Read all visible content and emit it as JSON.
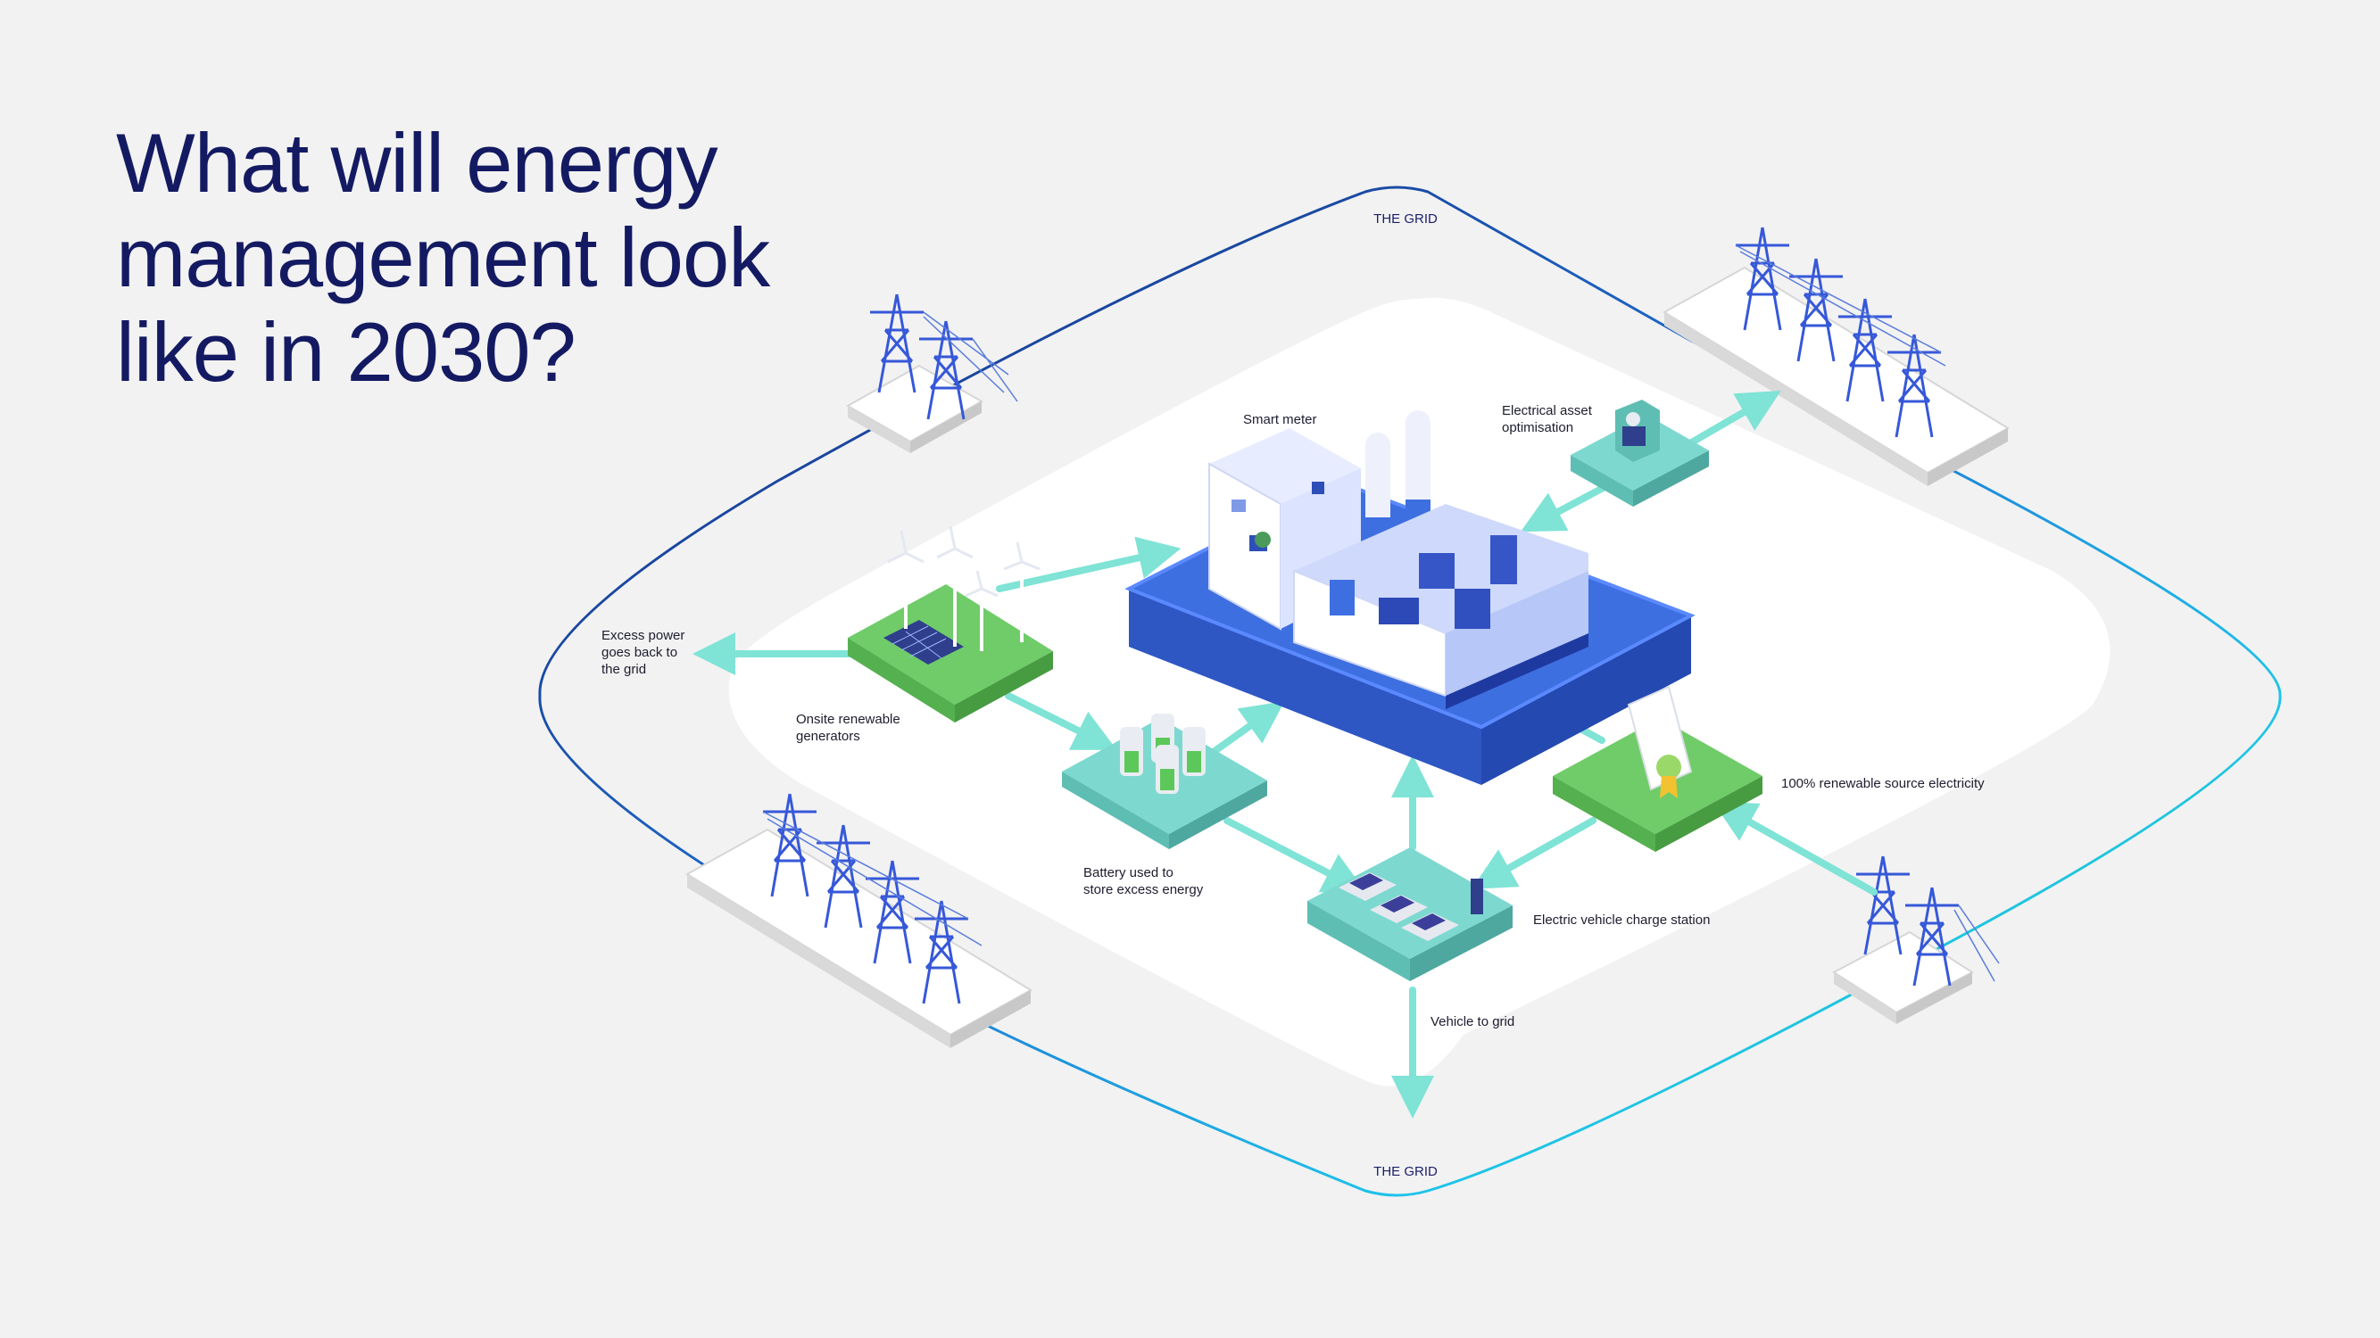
{
  "title_lines": [
    "What will energy",
    "management look",
    "like in 2030?"
  ],
  "grid_top": "THE GRID",
  "grid_bottom": "THE GRID",
  "labels": {
    "smart_meter": "Smart meter",
    "asset_optimisation": [
      "Electrical asset",
      "optimisation"
    ],
    "excess_power": [
      "Excess power",
      "goes back to",
      "the grid"
    ],
    "onsite_renewables": [
      "Onsite renewable",
      "generators"
    ],
    "battery": [
      "Battery used to",
      "store excess energy"
    ],
    "renewable_source": "100% renewable source electricity",
    "ev_station": "Electric vehicle charge station",
    "vehicle_to_grid": "Vehicle to grid"
  },
  "colors": {
    "title": "#141a62",
    "grid_dark": "#1c2a7a",
    "grid_blue": "#1d76d4",
    "grid_cyan": "#1ec0e8",
    "grid_green": "#2ad08e",
    "platform_blue": "#3e6fe0",
    "platform_green": "#6fcc68",
    "platform_teal": "#7dd9cf",
    "arrow": "#7fe3d6"
  }
}
